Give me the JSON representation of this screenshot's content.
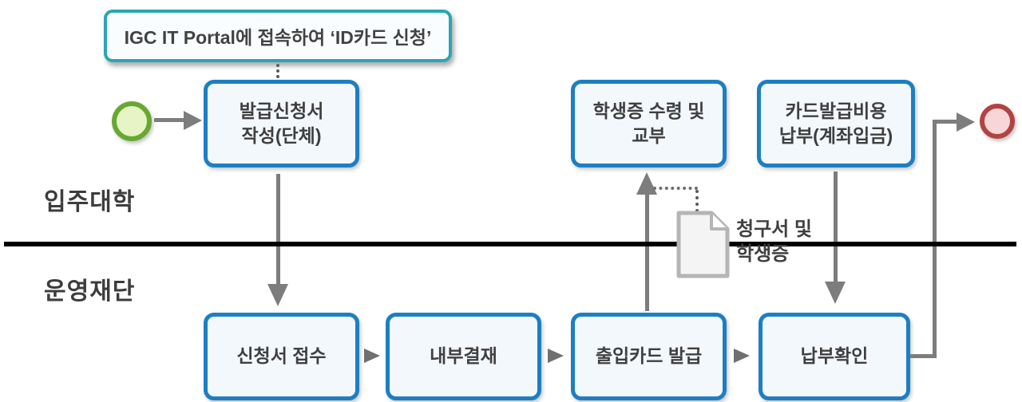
{
  "diagram": {
    "annotation": "IGC IT Portal에 접속하여 ‘ID카드 신청’",
    "lanes": {
      "top": "입주대학",
      "bottom": "운영재단"
    },
    "tasks": {
      "apply": "발급신청서\n작성(단체)",
      "receive_card": "학생증 수령 및\n교부",
      "pay_fee": "카드발급비용\n납부(계좌입금)",
      "accept": "신청서 접수",
      "approve": "내부결재",
      "issue": "출입카드 발급",
      "confirm": "납부확인"
    },
    "artifact_label": "청구서 및\n학생증",
    "colors": {
      "task_border": "#1d7fc2",
      "task_fill": "#f3f8fd",
      "annotation_border": "#2aa6b3",
      "start_event_border": "#68a832",
      "start_event_fill": "#e7f5c6",
      "end_event_border": "#b24343",
      "end_event_fill": "#f6d6d6",
      "arrow": "#7d7d7d",
      "divider": "#000000",
      "text": "#3f3f3f"
    }
  }
}
